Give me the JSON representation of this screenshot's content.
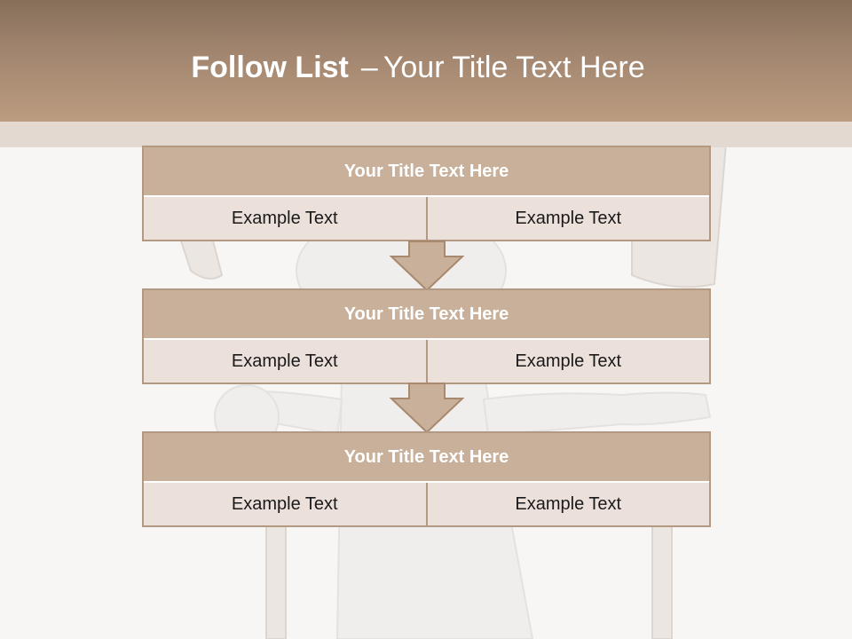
{
  "title": {
    "bold": "Follow List",
    "separator": "–",
    "rest": "Your Title Text Here"
  },
  "steps": [
    {
      "title": "Your Title Text Here",
      "left": "Example Text",
      "right": "Example Text"
    },
    {
      "title": "Your Title Text Here",
      "left": "Example Text",
      "right": "Example Text"
    },
    {
      "title": "Your Title Text Here",
      "left": "Example Text",
      "right": "Example Text"
    }
  ],
  "colors": {
    "header_top": "#86705a",
    "header_bottom": "#bb9c80",
    "box_title": "#c9b09a",
    "box_body": "#ebe0da",
    "border": "#b39982"
  },
  "background_image": "white-figure-with-fork-and-knife"
}
